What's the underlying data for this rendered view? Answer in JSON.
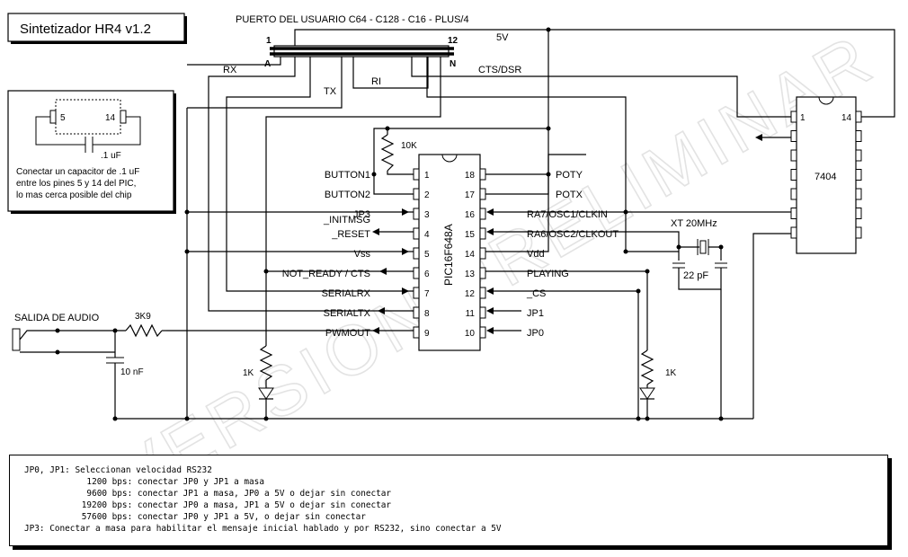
{
  "title": "Sintetizador HR4 v1.2",
  "watermark": "VERSION PRELIMINAR",
  "header": {
    "port_label": "PUERTO DEL USUARIO C64 - C128 - C16 - PLUS/4",
    "vcc_label": "5V",
    "pin_first": "1",
    "pin_last": "12",
    "row_first": "A",
    "row_last": "N"
  },
  "nets": {
    "rx": "RX",
    "tx": "TX",
    "ri": "RI",
    "cts_dsr": "CTS/DSR"
  },
  "cap_note": {
    "pin_left": "5",
    "pin_right": "14",
    "cap_value": ".1 uF",
    "lines": [
      "Conectar un capacitor de .1 uF",
      "entre los pines 5 y 14 del PIC,",
      "lo mas cerca posible del chip"
    ]
  },
  "pic": {
    "part": "PIC16F648A",
    "left_pins": [
      {
        "num": "1",
        "label": "BUTTON1"
      },
      {
        "num": "2",
        "label": "BUTTON2"
      },
      {
        "num": "3",
        "label": "JP3"
      },
      {
        "num": "4",
        "label": "_RESET"
      },
      {
        "num": "5",
        "label": "Vss"
      },
      {
        "num": "6",
        "label": "NOT_READY / CTS"
      },
      {
        "num": "7",
        "label": "SERIALRX"
      },
      {
        "num": "8",
        "label": "SERIALTX"
      },
      {
        "num": "9",
        "label": "PWMOUT"
      }
    ],
    "extra_label": "_INITMSG",
    "right_pins": [
      {
        "num": "18",
        "label": "POTY"
      },
      {
        "num": "17",
        "label": "POTX"
      },
      {
        "num": "16",
        "label": "RA7/OSC1/CLKIN"
      },
      {
        "num": "15",
        "label": "RA6/OSC2/CLKOUT"
      },
      {
        "num": "14",
        "label": "Vdd"
      },
      {
        "num": "13",
        "label": "PLAYING"
      },
      {
        "num": "12",
        "label": "_CS"
      },
      {
        "num": "11",
        "label": "JP1"
      },
      {
        "num": "10",
        "label": "JP0"
      }
    ]
  },
  "ic7404": {
    "part": "7404",
    "pin_first": "1",
    "pin_last": "14"
  },
  "components": {
    "r_pullup": "10K",
    "r_audio": "3K9",
    "c_audio": "10 nF",
    "r_led1": "1K",
    "r_led2": "1K",
    "xtal": "XT 20MHz",
    "c_xtal": "22 pF"
  },
  "audio_label": "SALIDA DE AUDIO",
  "notes": {
    "line1": "JP0, JP1: Seleccionan velocidad RS232",
    "rates": [
      {
        "rate": "1200",
        "text": " bps: conectar JP0 y JP1 a masa"
      },
      {
        "rate": "9600",
        "text": " bps: conectar JP1 a masa, JP0 a 5V o dejar sin conectar"
      },
      {
        "rate": "19200",
        "text": " bps: conectar JP0 a masa, JP1 a 5V o dejar sin conectar"
      },
      {
        "rate": "57600",
        "text": " bps: conectar JP0 y JP1 a 5V, o dejar sin conectar"
      }
    ],
    "line_last": "JP3: Conectar a masa para habilitar el mensaje inicial hablado y por RS232, sino conectar a 5V"
  }
}
